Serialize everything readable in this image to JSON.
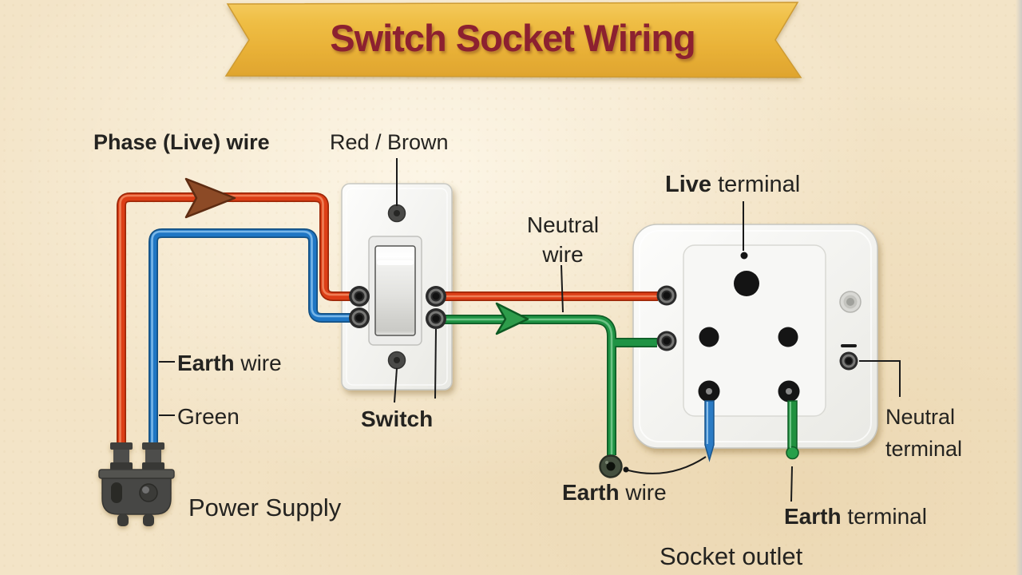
{
  "title": "Switch Socket Wiring",
  "labels": {
    "phase_wire": "Phase (Live) wire",
    "wire_color_top": "Red / Brown",
    "neutral_wire": [
      "Neutral",
      "wire"
    ],
    "live_terminal": {
      "bold": "Live",
      "rest": " terminal"
    },
    "earth_wire_left": {
      "bold": "Earth",
      "rest": " wire"
    },
    "green": "Green",
    "switch": "Switch",
    "power_supply": "Power Supply",
    "earth_wire_bottom": {
      "bold": "Earth",
      "rest": " wire"
    },
    "neutral_terminal": [
      "Neutral",
      "terminal"
    ],
    "earth_terminal": {
      "bold": "Earth",
      "rest": " terminal"
    },
    "socket_outlet": "Socket outlet"
  },
  "colors": {
    "background": "#F3E4C7",
    "ribbon_gold": "#EBB93E",
    "title_text": "#8C2130",
    "phase_wire_red": "#DC3E16",
    "neutral_wire_blue": "#1F76C4",
    "earth_wire_green": "#1F9344",
    "arrow_brown": "#8C4A26",
    "label_text": "#242320",
    "plate_white": "#F4F4F2",
    "terminal_dark": "#2B2B2B"
  }
}
